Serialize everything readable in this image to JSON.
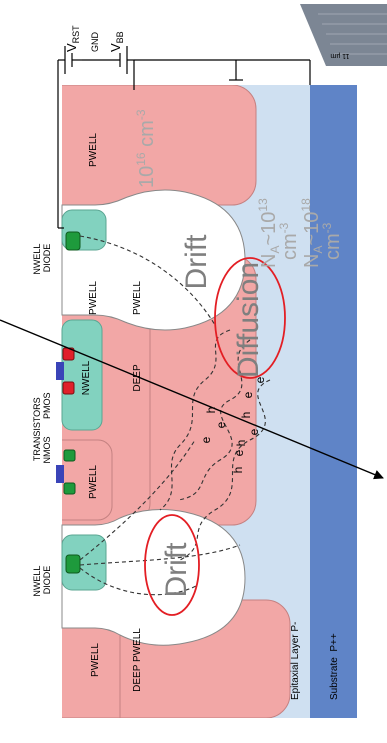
{
  "colors": {
    "epitaxial": "#cfe0f1",
    "substrate": "#5f84c7",
    "well": "#f2a7a6",
    "nwell": "#82d2bf",
    "contact_green": "#1e9a3c",
    "contact_red": "#e0202a",
    "contact_blue": "#3a44b8",
    "annotation": "#e31e24",
    "doping_text": "#a9a9a9"
  },
  "supply": {
    "vrst": "V",
    "vrst_sub": "RST",
    "gnd": "GND",
    "vbb": "V",
    "vbb_sub": "BB"
  },
  "labels": {
    "nwell_diode_top": [
      "NWELL",
      "DIODE"
    ],
    "transistors": [
      "TRANSISTORS",
      "NMOS       PMOS"
    ],
    "nwell_diode_bottom": [
      "NWELL",
      "DIODE"
    ],
    "epitaxial_layer": "Epitaxial Layer P-",
    "substrate": "Substrate  P++"
  },
  "wells": {
    "pwell": "PWELL",
    "deep_pwell": "DEEP PWELL",
    "nwell": "NWELL",
    "deep": "DEEP"
  },
  "regions": {
    "drift": "Drift",
    "diffusion": "Diffusion"
  },
  "doping": {
    "well": "10",
    "well_exp": "16",
    "well_unit": " cm",
    "well_unit_exp": "-3",
    "epi_prefix": "N",
    "epi_sub": "A",
    "epi_value": "~10",
    "epi_exp": "13",
    "epi_unit": "cm",
    "epi_unit_exp": "-3",
    "sub_prefix": "N",
    "sub_sub": "A",
    "sub_value": "~10",
    "sub_exp": "18",
    "sub_unit": "cm",
    "sub_unit_exp": "-3"
  },
  "carriers": {
    "electron": "e",
    "hole": "h"
  },
  "inset": {
    "scale": "11 µm"
  }
}
